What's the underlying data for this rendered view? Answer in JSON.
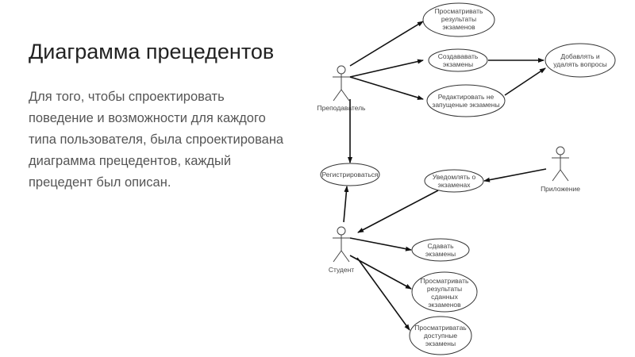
{
  "title": "Диаграмма прецедентов",
  "body": "Для того, чтобы спроектировать поведение и возможности для каждого типа пользователя, была спроектирована диаграмма прецедентов, каждый прецедент был описан.",
  "actors": {
    "teacher": "Преподаватель",
    "student": "Студент",
    "app": "Приложение"
  },
  "use_cases": {
    "view_results": [
      "Просматривать",
      "результаты",
      "экзаменов"
    ],
    "create_exams": [
      "Создававать",
      "экзамены"
    ],
    "edit_exams": [
      "Редактировать не",
      "запущеные экзамены"
    ],
    "add_remove_questions": [
      "Добавлять и",
      "удалять вопросы"
    ],
    "register": [
      "Регистрироваться"
    ],
    "notify": [
      "Уведомлять о",
      "экзаменах"
    ],
    "take_exams": [
      "Сдавать",
      "экзамены"
    ],
    "view_passed_results": [
      "Просматривать",
      "результаты",
      "сданных",
      "экзаменов"
    ],
    "view_available": [
      "Просматриватаь",
      "доступные",
      "экзамены"
    ]
  }
}
